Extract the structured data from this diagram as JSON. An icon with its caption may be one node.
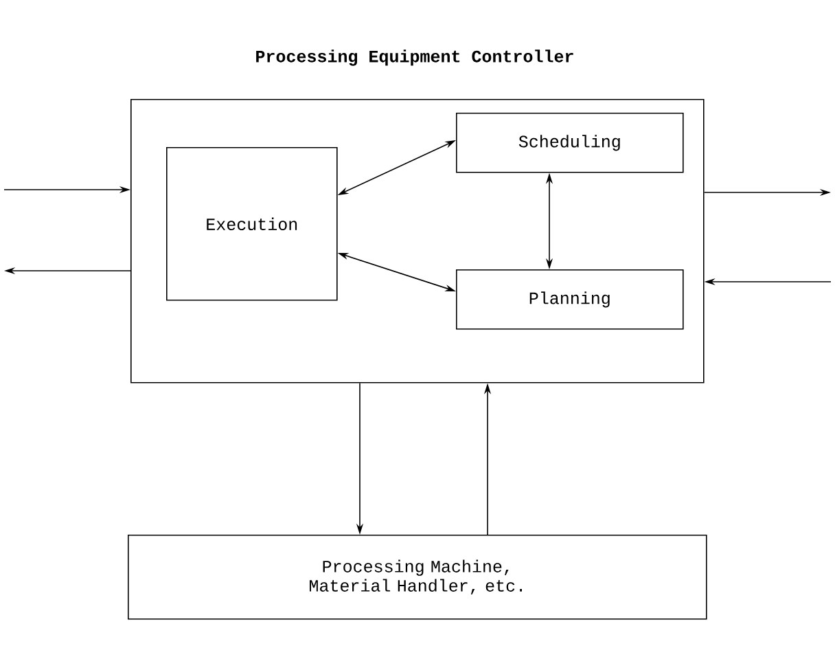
{
  "diagram": {
    "title": "Processing Equipment Controller",
    "nodes": [
      {
        "text": [],
        "shape": "box"
      },
      {
        "text": [
          "Execution"
        ],
        "in": 0
      },
      {
        "text": [
          "Scheduling"
        ],
        "in": 0
      },
      {
        "text": [
          "Planning"
        ],
        "in": 0
      },
      {
        "text": [
          "Processing Machine, Material Handler, etc."
        ]
      }
    ],
    "edges": [
      {
        "from": null,
        "to": 0,
        "arrow": "to"
      },
      {
        "from": 0,
        "to": null,
        "arrow": "to"
      },
      {
        "from": 0,
        "to": null,
        "arrow": "to"
      },
      {
        "from": null,
        "to": 0,
        "arrow": "to"
      },
      {
        "from": 1,
        "to": 2,
        "arrow": "both"
      },
      {
        "from": 1,
        "to": 3,
        "arrow": "both"
      },
      {
        "from": 2,
        "to": 3,
        "arrow": "both"
      },
      {
        "from": 0,
        "to": 4,
        "arrow": "to"
      },
      {
        "from": 4,
        "to": 0,
        "arrow": "to"
      }
    ]
  }
}
